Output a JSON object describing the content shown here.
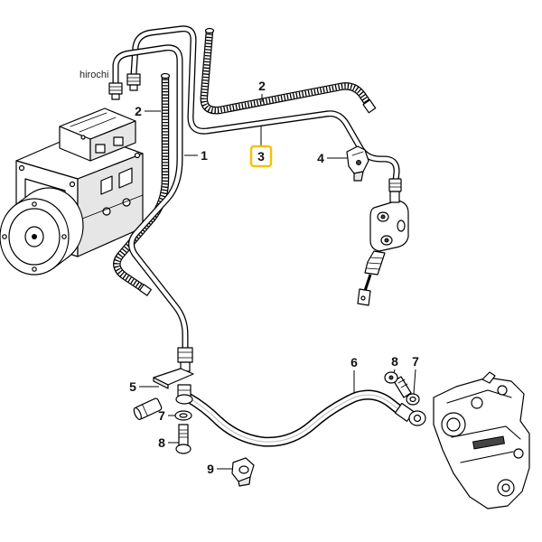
{
  "watermark": "hirochi",
  "callouts": {
    "pipe_1": "1",
    "pipe_2_upper": "2",
    "pipe_2_lower": "2",
    "pipe_3": "3",
    "clip_4": "4",
    "bracket_5": "5",
    "hose_6": "6",
    "washer_7_right": "7",
    "washer_7_left": "7",
    "bolt_8_right": "8",
    "bolt_8_left": "8",
    "clip_9": "9"
  },
  "colors": {
    "highlight_border": "#f3c400",
    "lines": "#000000",
    "background": "#ffffff"
  }
}
